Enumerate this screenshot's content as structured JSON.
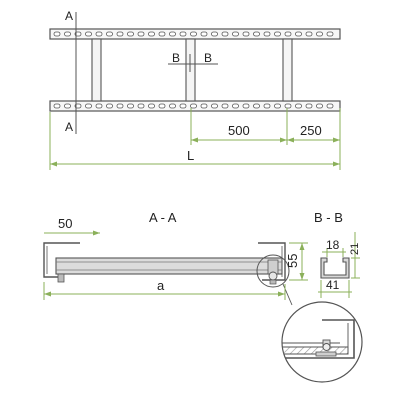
{
  "plan": {
    "section_mark_top": "A",
    "section_mark_bottom": "A",
    "section_mark_left": "B",
    "section_mark_right": "B",
    "dim_pitch": "500",
    "dim_end": "250",
    "dim_length": "L"
  },
  "section_aa": {
    "title": "A - A",
    "dim_flange": "50",
    "dim_height": "55",
    "dim_span": "a"
  },
  "section_bb": {
    "title": "B - B",
    "dim_lip": "18",
    "dim_depth": "21",
    "dim_width": "41"
  },
  "colors": {
    "outline": "#555555",
    "dimension": "#8bb05a",
    "fill_gray": "#dcdcdc",
    "hatch": "#9a9a9a"
  }
}
